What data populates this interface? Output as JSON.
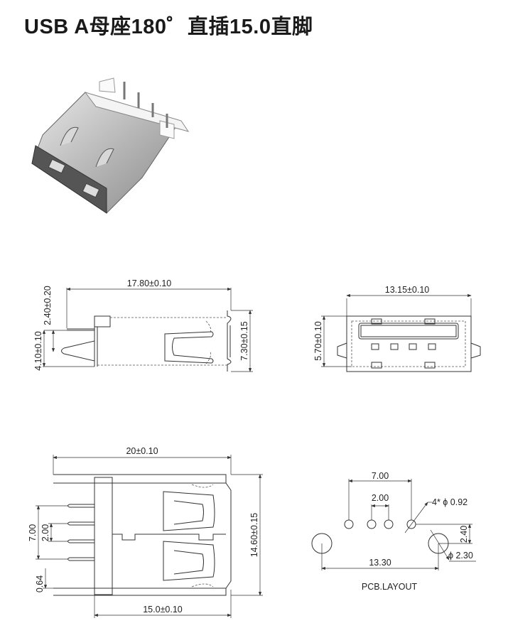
{
  "title": "USB A母座180゜直插15.0直脚",
  "side_view": {
    "length": "17.80±0.10",
    "pin_offset": "2.40±0.20",
    "pin_length": "4.10±0.10",
    "height": "7.30±0.15"
  },
  "front_view": {
    "width": "13.15±0.10",
    "height": "5.70±0.10"
  },
  "top_view": {
    "total_length": "20±0.10",
    "body_length": "15.0±0.10",
    "width": "14.60±0.15",
    "pin_span": "7.00",
    "pin_pitch": "2.00",
    "pin_offset": "0.64"
  },
  "pcb_layout": {
    "label": "PCB.LAYOUT",
    "pin_span": "7.00",
    "pin_pitch": "2.00",
    "pin_hole": "4* ϕ 0.92",
    "peg_offset": "2.40",
    "peg_hole": "ϕ 2.30",
    "peg_span": "13.30"
  }
}
